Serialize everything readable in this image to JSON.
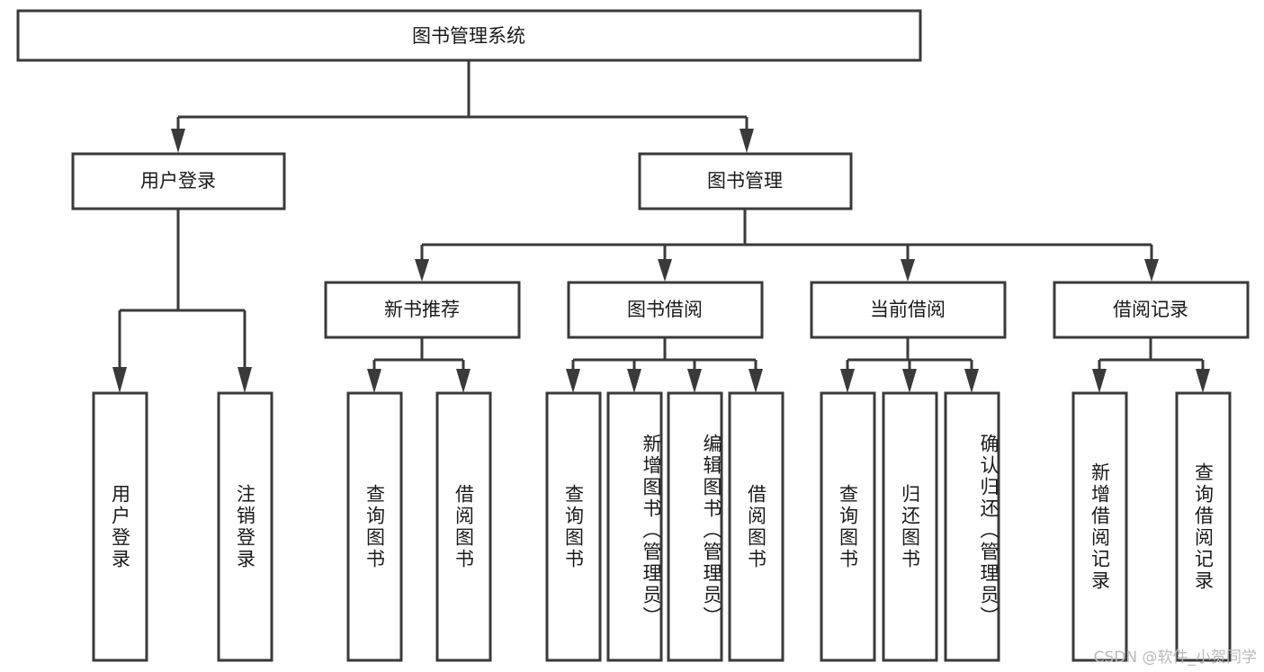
{
  "diagram": {
    "title": "图书管理系统",
    "watermark": "CSDN @软件_小贺同学",
    "colors": {
      "stroke": "#3a3a3a",
      "box_fill": "#ffffff",
      "text": "#1a1a1a",
      "watermark": "#b9b9b9",
      "background": "#ffffff"
    },
    "root": {
      "label": "图书管理系统"
    },
    "level1": [
      {
        "label": "用户登录"
      },
      {
        "label": "图书管理"
      }
    ],
    "level2": [
      {
        "label": "新书推荐"
      },
      {
        "label": "图书借阅"
      },
      {
        "label": "当前借阅"
      },
      {
        "label": "借阅记录"
      }
    ],
    "leaves": {
      "user_login": [
        {
          "label": "用户登录"
        },
        {
          "label": "注销登录"
        }
      ],
      "new_book": [
        {
          "label": "查询图书"
        },
        {
          "label": "借阅图书"
        }
      ],
      "book_borrow": [
        {
          "label": "查询图书"
        },
        {
          "label": "新增图书（管理员）"
        },
        {
          "label": "编辑图书（管理员）"
        },
        {
          "label": "借阅图书"
        }
      ],
      "current_borrow": [
        {
          "label": "查询图书"
        },
        {
          "label": "归还图书"
        },
        {
          "label": "确认归还（管理员）"
        }
      ],
      "borrow_record": [
        {
          "label": "新增借阅记录"
        },
        {
          "label": "查询借阅记录"
        }
      ]
    }
  }
}
